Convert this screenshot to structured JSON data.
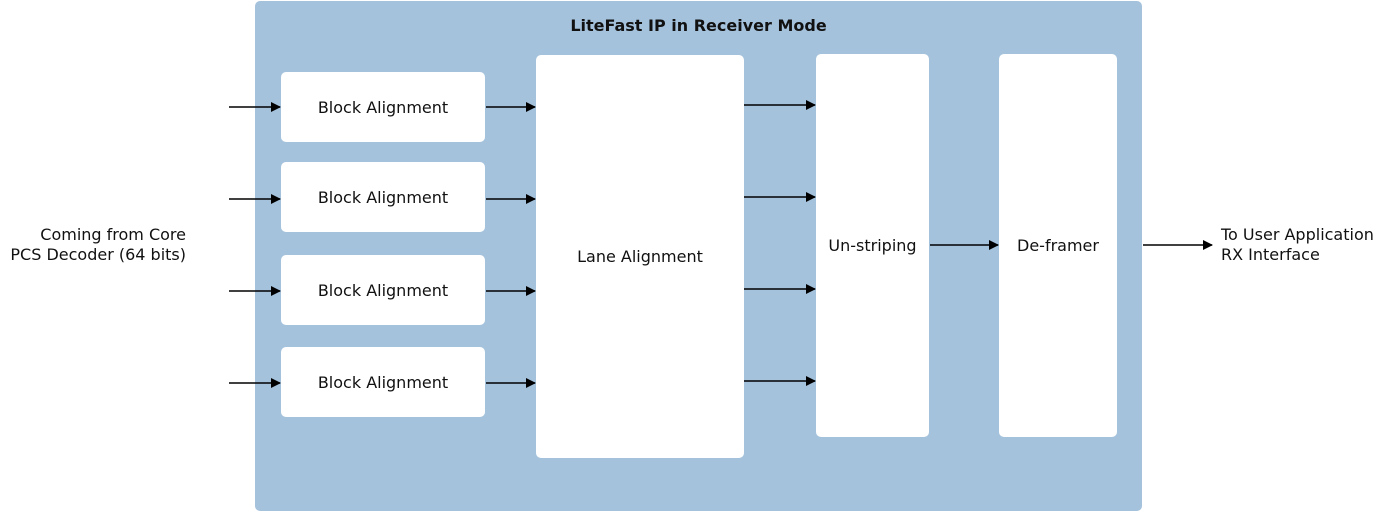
{
  "title": "LiteFast IP in Receiver Mode",
  "input_label": [
    "Coming from Core",
    "PCS Decoder (64 bits)"
  ],
  "output_label": [
    "To User Application",
    "RX Interface"
  ],
  "blocks": {
    "block_alignment": [
      "Block Alignment",
      "Block Alignment",
      "Block Alignment",
      "Block Alignment"
    ],
    "lane_alignment": "Lane Alignment",
    "unstriping": "Un-striping",
    "deframer": "De-framer"
  },
  "colors": {
    "container": "#a5c2dd",
    "block": "#ffffff",
    "arrow": "#000000"
  }
}
